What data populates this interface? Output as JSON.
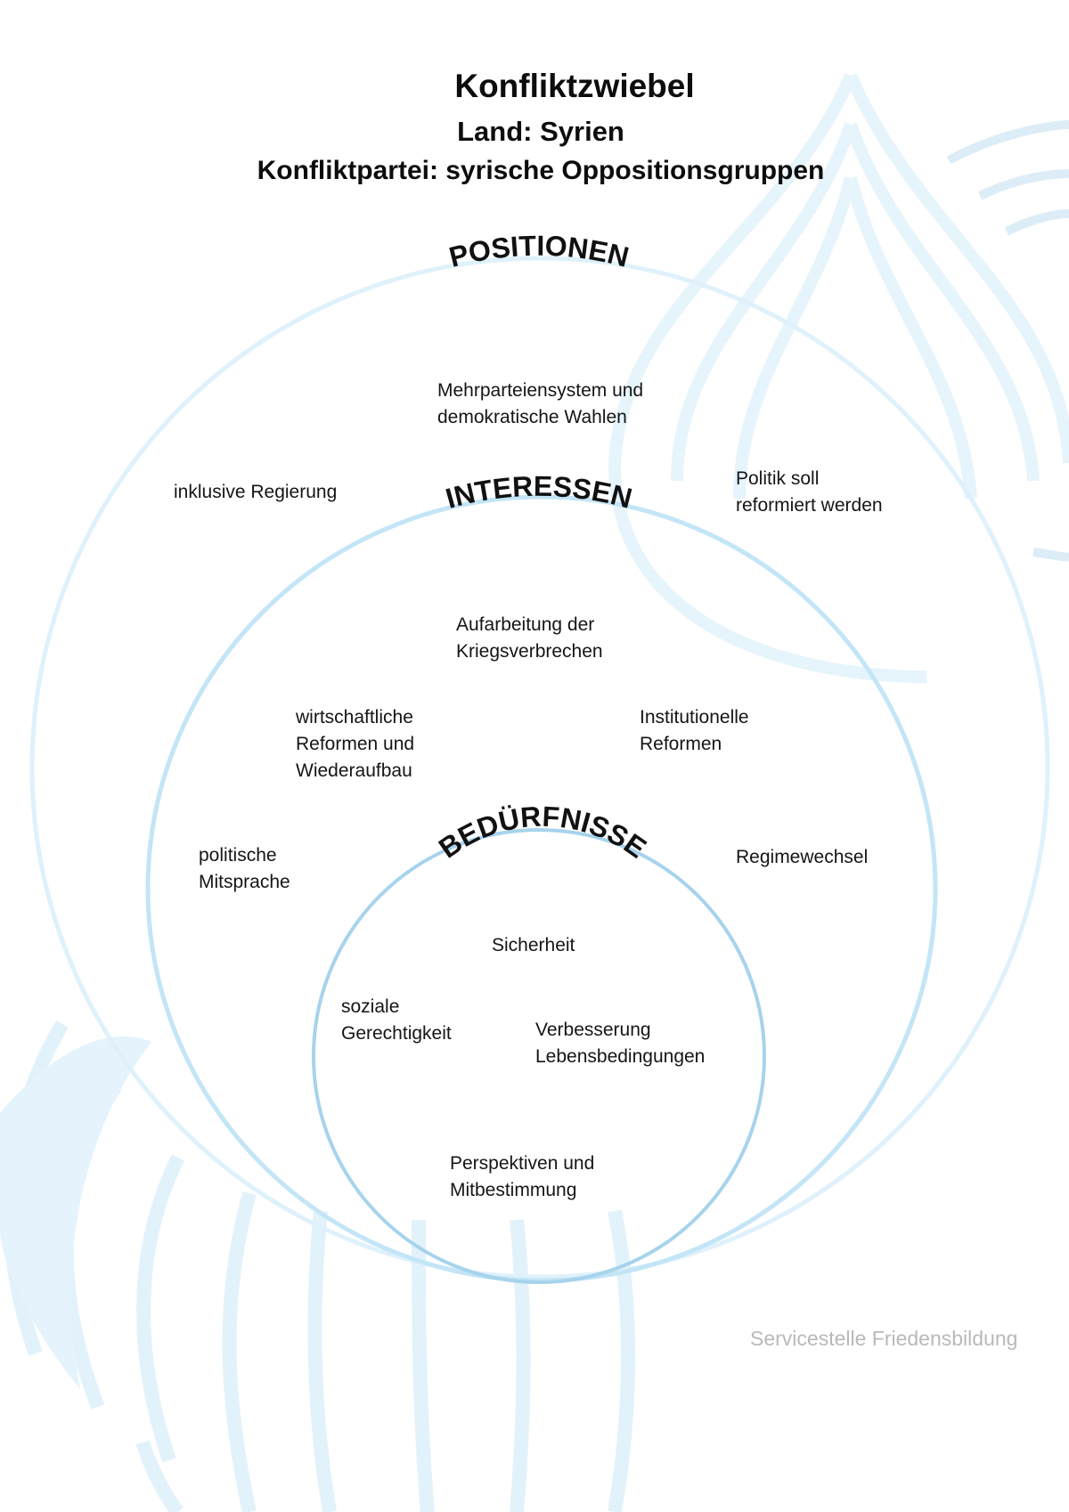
{
  "header": {
    "title": "Konfliktzwiebel",
    "country": "Land: Syrien",
    "party": "Konfliktpartei: syrische Oppositionsgruppen"
  },
  "layers": {
    "positionen": {
      "label": "POSITIONEN",
      "items": [
        "Mehrparteiensystem und\ndemokratische Wahlen",
        "inklusive Regierung",
        "Politik soll\nreformiert werden"
      ]
    },
    "interessen": {
      "label": "INTERESSEN",
      "items": [
        "Aufarbeitung der\nKriegsverbrechen",
        "wirtschaftliche\nReformen und\nWiederaufbau",
        "Institutionelle\nReformen",
        "politische\nMitsprache",
        "Regimewechsel"
      ]
    },
    "beduerfnisse": {
      "label": "BEDÜRFNISSE",
      "items": [
        "Sicherheit",
        "soziale\nGerechtigkeit",
        "Verbesserung\nLebensbedingungen",
        "Perspektiven und\nMitbestimmung"
      ]
    }
  },
  "footer": "Servicestelle Friedensbildung",
  "colors": {
    "ring_outer": "#dcf0fb",
    "ring_middle": "#bfe3f6",
    "ring_inner": "#a5d2eb",
    "watermark": "#e4f3fc"
  }
}
